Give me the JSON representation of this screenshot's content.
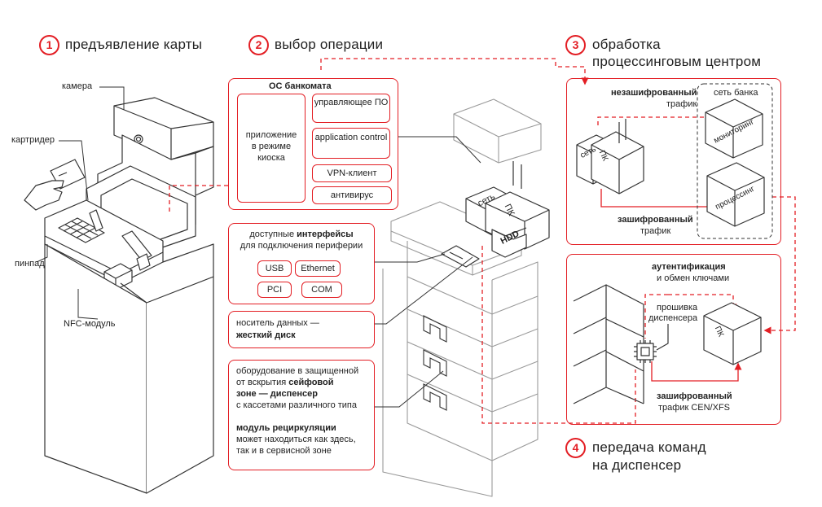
{
  "steps": {
    "s1": {
      "num": "1",
      "title": "предъявление карты"
    },
    "s2": {
      "num": "2",
      "title": "выбор операции"
    },
    "s3": {
      "num": "3",
      "title_line1": "обработка",
      "title_line2": "процессинговым центром"
    },
    "s4": {
      "num": "4",
      "title_line1": "передача команд",
      "title_line2": "на диспенсер"
    }
  },
  "atm_labels": {
    "camera": "камера",
    "card_reader": "картридер",
    "pinpad": "пинпад",
    "nfc": "NFC-модуль"
  },
  "os_box": {
    "title": "ОС банкомата",
    "kiosk_line1": "приложение",
    "kiosk_line2": "в режиме",
    "kiosk_line3": "киоска",
    "items": [
      "управляющее ПО",
      "application control",
      "VPN-клиент",
      "антивирус"
    ]
  },
  "interfaces_box": {
    "line1_pre": "доступные ",
    "line1_bold": "интерфейсы",
    "line2": "для подключения периферии",
    "buttons": [
      "USB",
      "Ethernet",
      "PCI",
      "COM"
    ]
  },
  "storage_box": {
    "line1": "носитель данных —",
    "line2_bold": "жесткий диск"
  },
  "safe_box": {
    "line1": "оборудование в защищенной",
    "line2_pre": "от вскрытия ",
    "line2_bold": "сейфовой",
    "line3_bold": "зоне — диспенсер",
    "line4": "с кассетами различного типа",
    "line5_bold": "модуль рециркуляции",
    "line6": "может находиться как здесь,",
    "line7": "так и в сервисной зоне"
  },
  "hardware_labels": {
    "net": "сеть",
    "pc": "ПК",
    "hdd": "HDD"
  },
  "processing_box": {
    "unenc_bold": "незашифрованный",
    "unenc_sub": "трафик",
    "bank_net": "сеть банка",
    "monitoring": "мониторинг",
    "processing": "процессинг",
    "enc_bold": "зашифрованный",
    "enc_sub": "трафик",
    "net": "сеть",
    "pc": "ПК"
  },
  "dispenser_box": {
    "auth_bold": "аутентификация",
    "auth_sub": "и обмен ключами",
    "firmware_line1": "прошивка",
    "firmware_line2": "диспенсера",
    "pc": "ПК",
    "enc_bold": "зашифрованный",
    "enc_sub": "трафик CEN/XFS"
  },
  "colors": {
    "accent": "#e31e24",
    "line": "#333333",
    "light": "#9a9a9a"
  }
}
